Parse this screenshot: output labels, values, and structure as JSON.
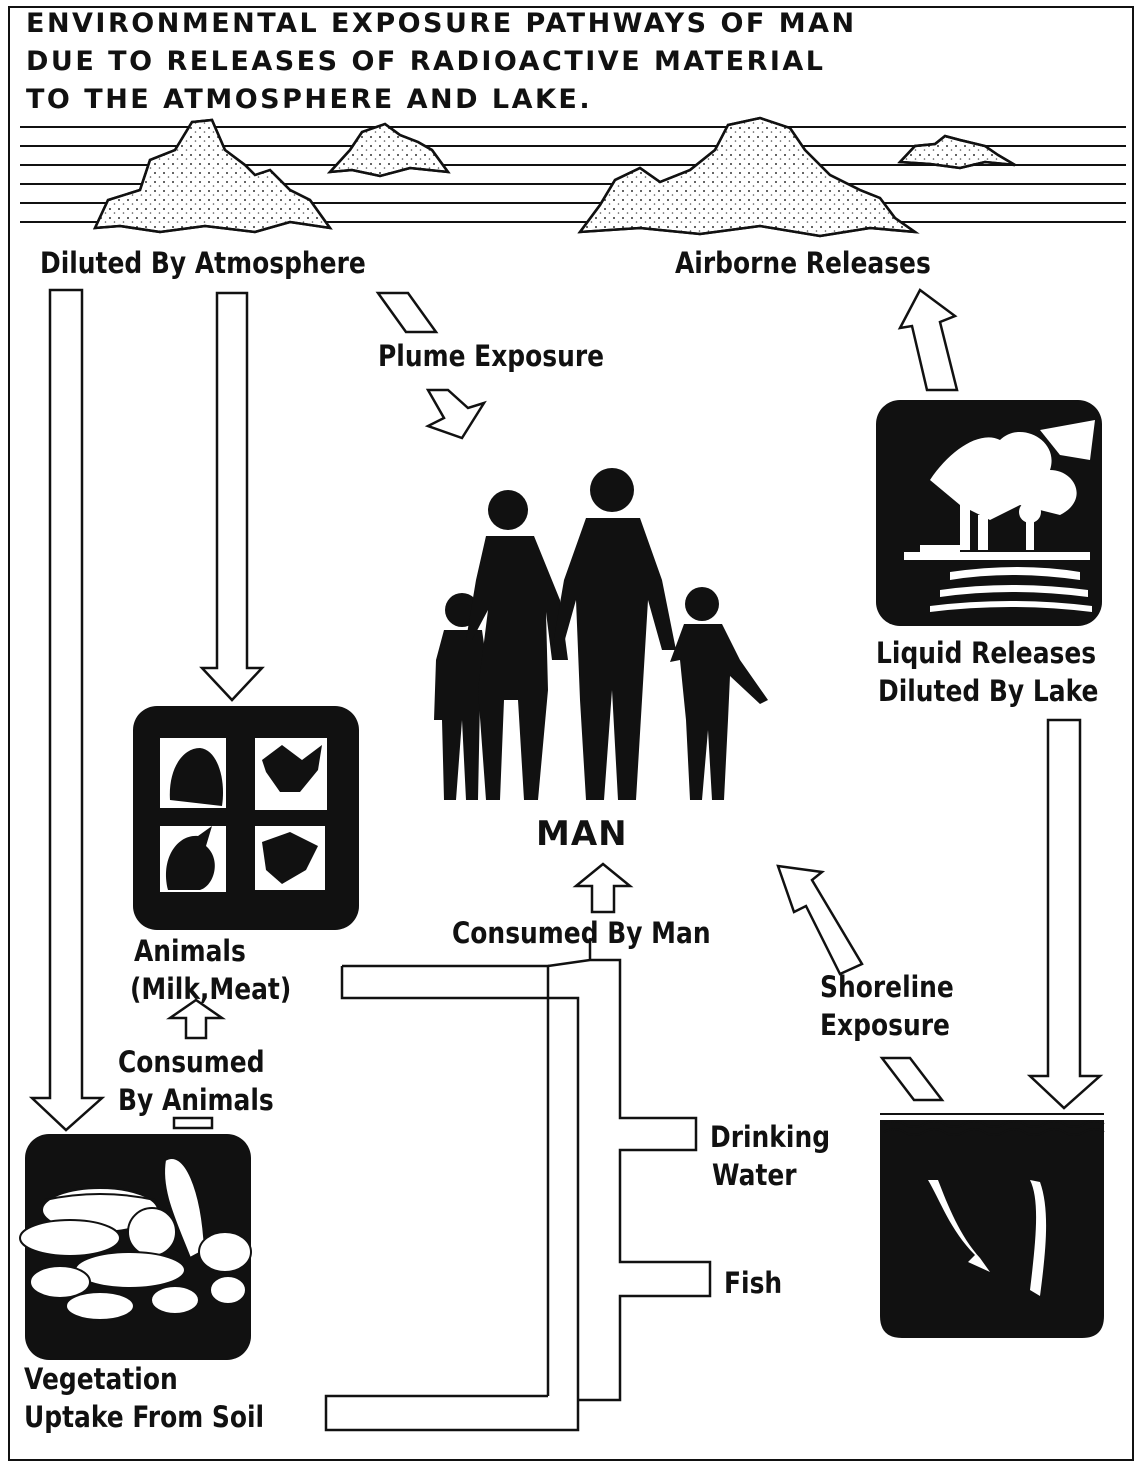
{
  "title": {
    "line1": "ENVIRONMENTAL EXPOSURE PATHWAYS OF MAN",
    "line2": "DUE TO RELEASES OF RADIOACTIVE MATERIAL",
    "line3": "TO THE ATMOSPHERE AND LAKE."
  },
  "labels": {
    "diluted_by_atmosphere": "Diluted By Atmosphere",
    "airborne_releases": "Airborne Releases",
    "plume_exposure": "Plume Exposure",
    "liquid_releases_line1": "Liquid Releases",
    "liquid_releases_line2": "Diluted By Lake",
    "man": "MAN",
    "consumed_by_man": "Consumed By Man",
    "animals_line1": "Animals",
    "animals_line2": "(Milk,Meat)",
    "shoreline_line1": "Shoreline",
    "shoreline_line2": "Exposure",
    "consumed_by_animals_line1": "Consumed",
    "consumed_by_animals_line2": "By Animals",
    "drinking_line1": "Drinking",
    "drinking_line2": "Water",
    "fish": "Fish",
    "vegetation_line1": "Vegetation",
    "vegetation_line2": "Uptake From Soil"
  },
  "colors": {
    "ink": "#111111",
    "paper": "#ffffff"
  },
  "icons": [
    "cloud-icon",
    "family-silhouette-icon",
    "livestock-icon",
    "power-plant-icon",
    "vegetables-icon",
    "fish-icon"
  ]
}
